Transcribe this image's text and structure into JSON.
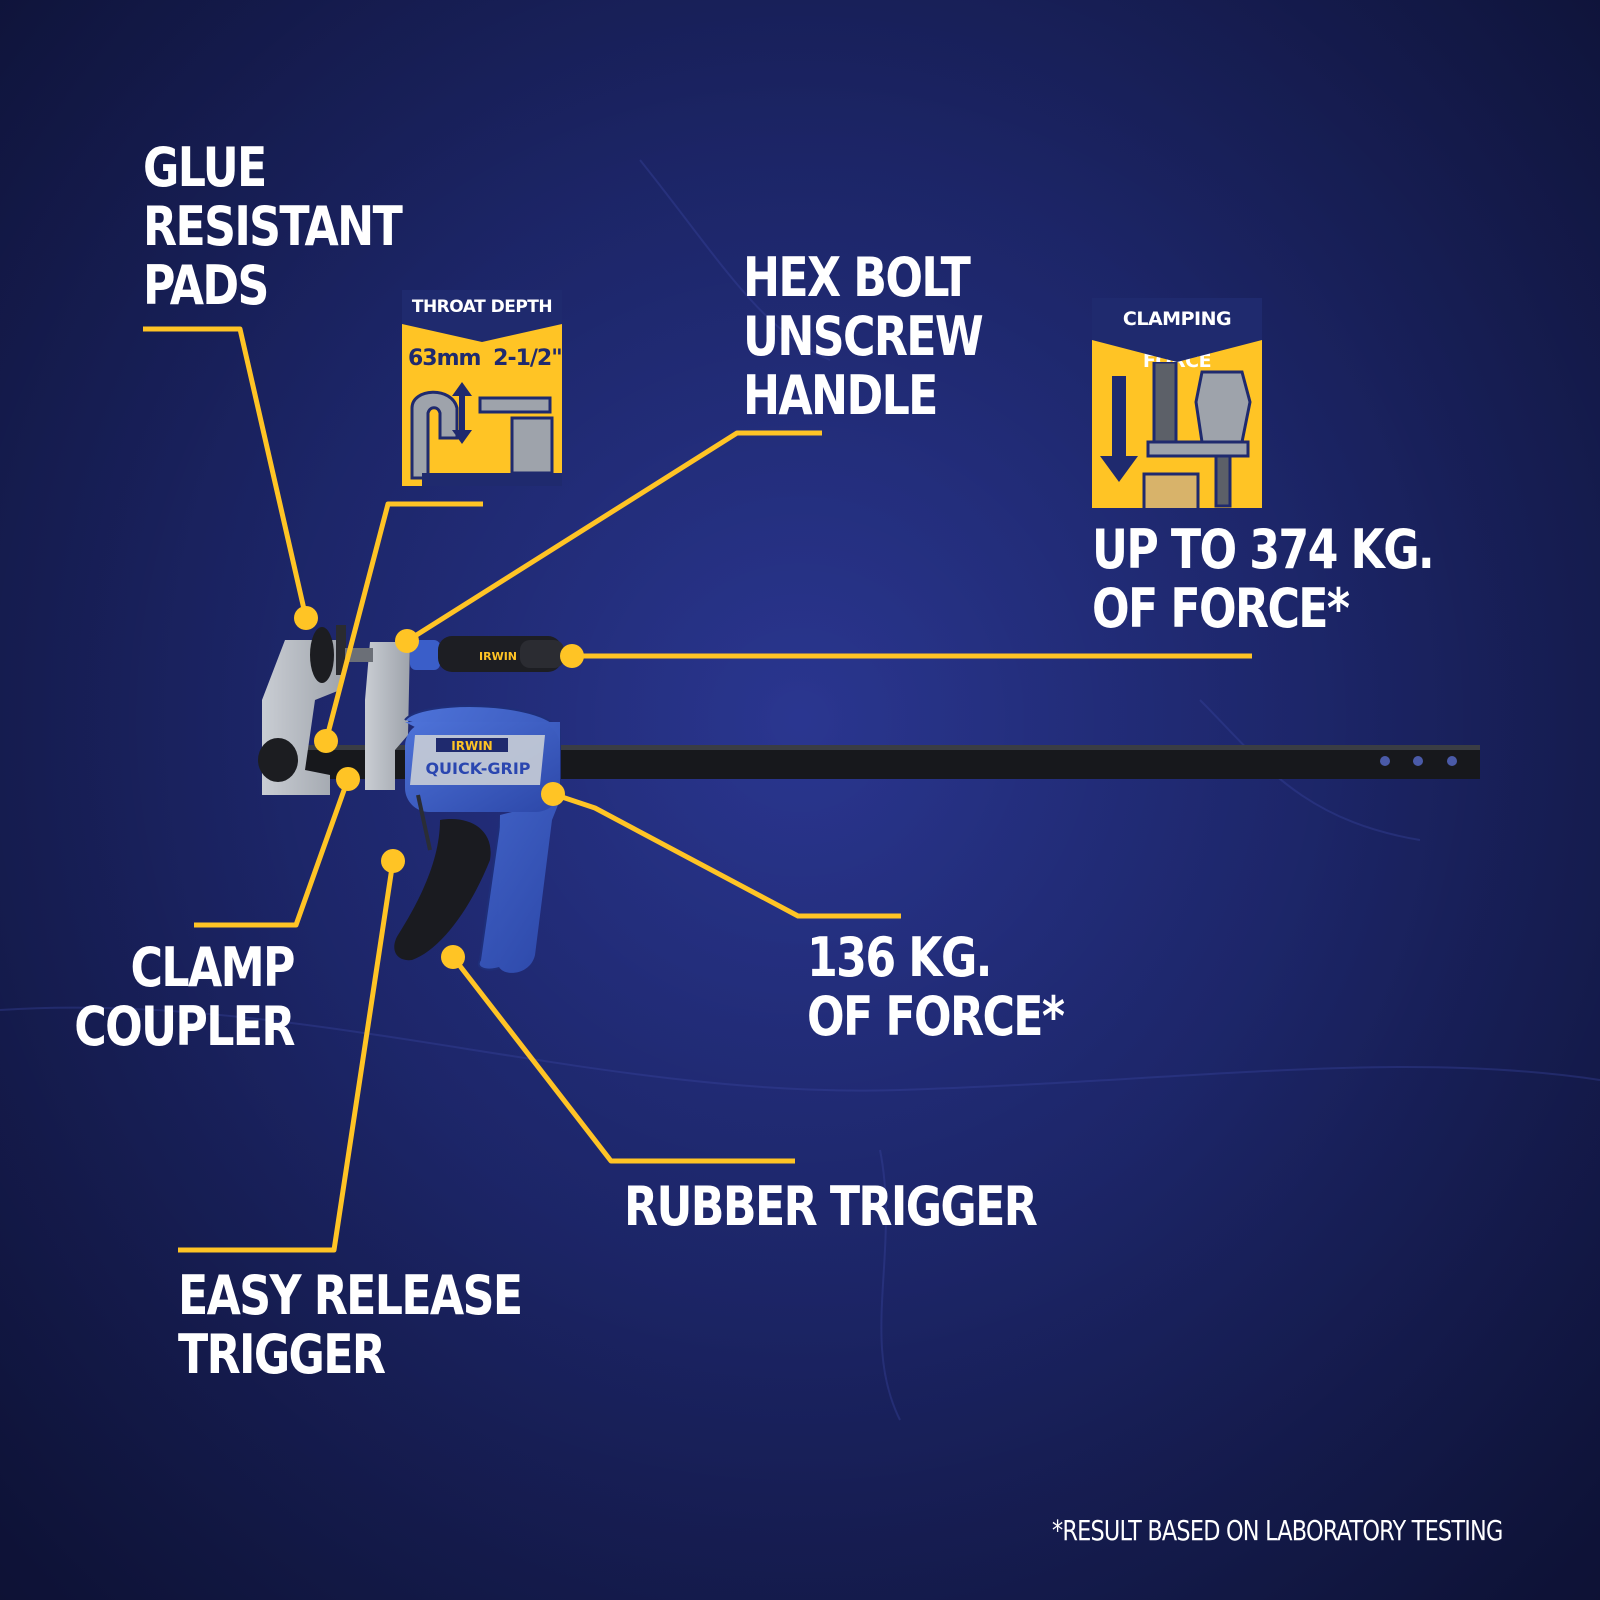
{
  "colors": {
    "background": "#222d7d",
    "accent": "#ffc425",
    "text": "#ffffff",
    "badge_header": "#1f2a6e"
  },
  "labels": {
    "glue_resistant_pads": [
      "GLUE",
      "RESISTANT",
      "PADS"
    ],
    "hex_bolt": [
      "HEX BOLT",
      "UNSCREW",
      "HANDLE"
    ],
    "clamping_force_value": [
      "UP TO 374 KG.",
      "OF FORCE*"
    ],
    "clamp_coupler": [
      "CLAMP",
      "COUPLER"
    ],
    "force_136": [
      "136 KG.",
      "OF FORCE*"
    ],
    "rubber_trigger": [
      "RUBBER TRIGGER"
    ],
    "easy_release": [
      "EASY RELEASE",
      "TRIGGER"
    ]
  },
  "badges": {
    "throat_depth": {
      "title": "THROAT DEPTH",
      "metric": "63mm",
      "imperial": "2-1/2\""
    },
    "clamping_force": {
      "title": "CLAMPING FORCE"
    }
  },
  "product": {
    "brand": "IRWIN",
    "model": "QUICK-GRIP",
    "handle_brand": "IRWIN"
  },
  "footnote": "*RESULT BASED ON LABORATORY TESTING"
}
